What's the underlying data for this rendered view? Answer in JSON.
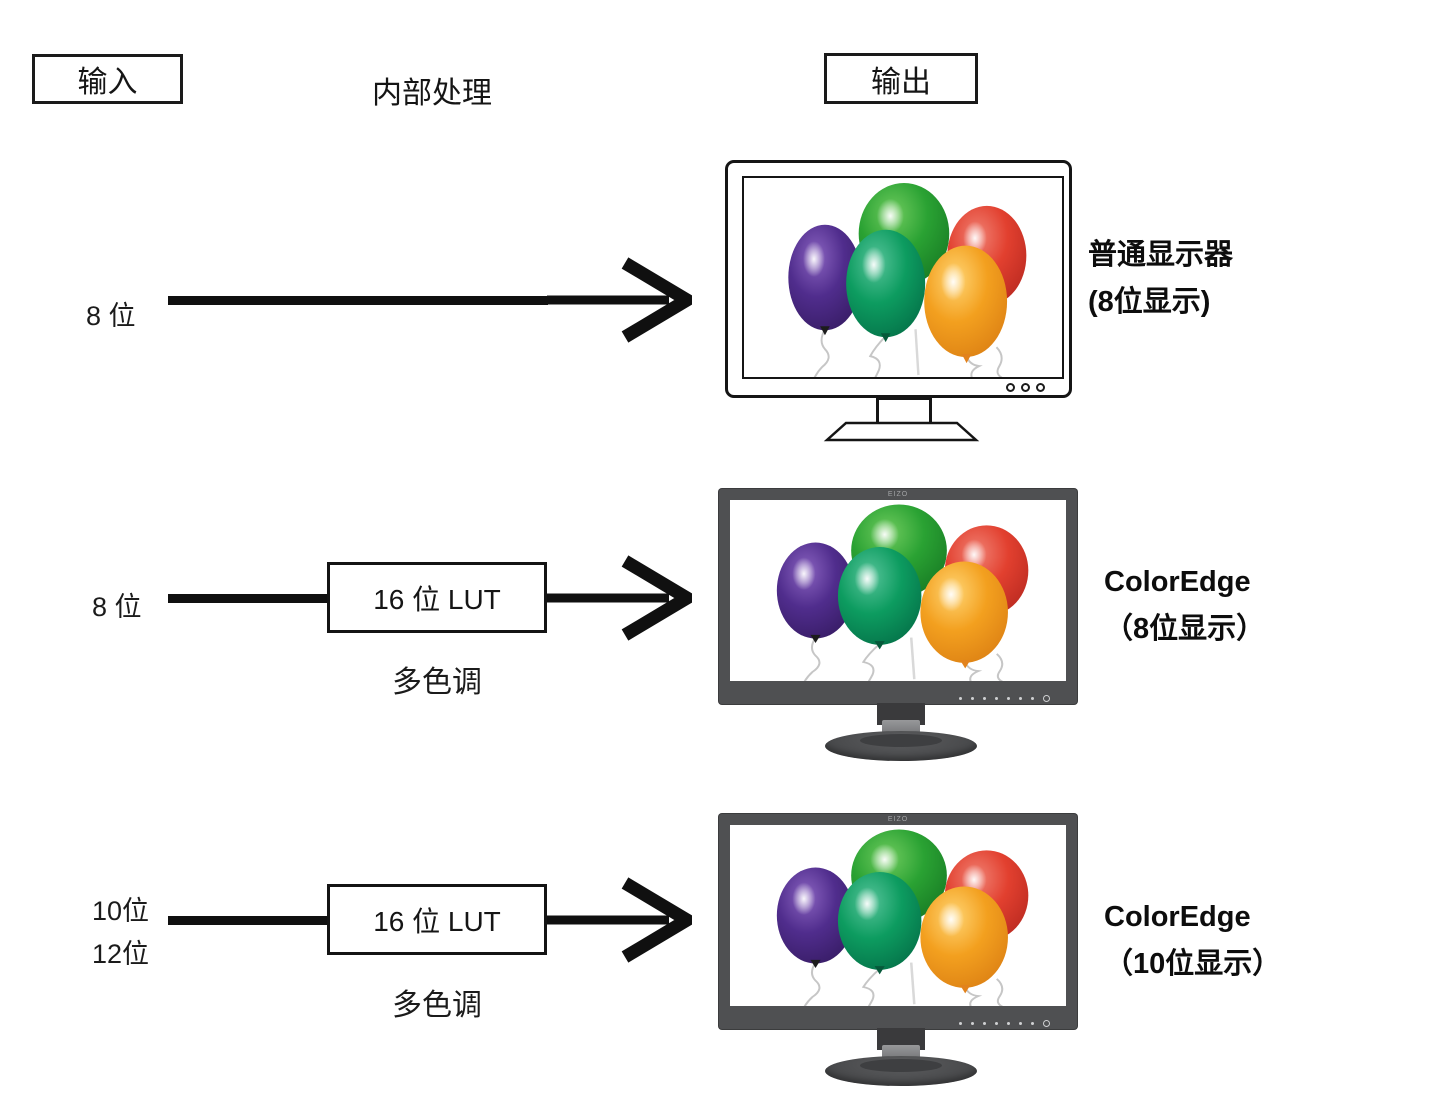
{
  "header": {
    "input": "输入",
    "processing": "内部处理",
    "output": "输出"
  },
  "rows": [
    {
      "input_bits": [
        "8 位"
      ],
      "monitor_type": "standard-monitor",
      "monitor_label": [
        "普通显示器",
        "(8位显示)"
      ]
    },
    {
      "input_bits": [
        "8 位"
      ],
      "lut": "16 位 LUT",
      "tone": "多色调",
      "monitor_type": "coloredge-monitor",
      "monitor_label": [
        "ColorEdge",
        "（8位显示）"
      ]
    },
    {
      "input_bits": [
        "10位",
        "12位"
      ],
      "lut": "16 位 LUT",
      "tone": "多色调",
      "monitor_type": "coloredge-monitor",
      "monitor_label": [
        "ColorEdge",
        "（10位显示）"
      ]
    }
  ],
  "monitor": {
    "brand": "EIZO"
  },
  "balloon_colors": {
    "green": {
      "light": "#6fcb5e",
      "main": "#2aa233",
      "dark": "#157522"
    },
    "purple": {
      "light": "#8a63c0",
      "main": "#502d8d",
      "dark": "#33195e"
    },
    "red": {
      "light": "#f08173",
      "main": "#e2402f",
      "dark": "#b5271f"
    },
    "teal": {
      "light": "#57c49a",
      "main": "#0d9c60",
      "dark": "#036b45"
    },
    "orange": {
      "light": "#ffd574",
      "main": "#f3a01f",
      "dark": "#d97c12"
    }
  },
  "colors": {
    "arrow": "#101010",
    "outline": "#151515",
    "coloredge_frame": "#4f5052",
    "string": "#c6c6c6"
  }
}
